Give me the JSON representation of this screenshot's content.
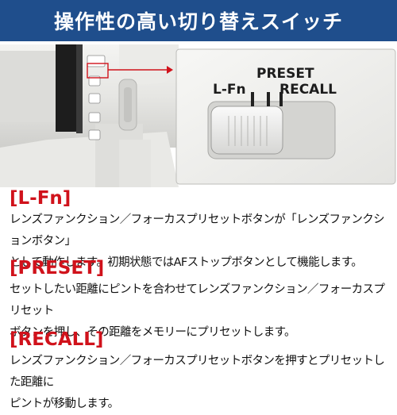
{
  "header": {
    "title": "操作性の高い切り替えスイッチ"
  },
  "photo": {
    "switch_labels": {
      "lfn": "L-Fn",
      "preset": "PRESET",
      "recall": "RECALL"
    }
  },
  "sections": [
    {
      "heading": "[L-Fn]",
      "body": "レンズファンクション／フォーカスプリセットボタンが「レンズファンクションボタン」\nとして動作します。初期状態ではAFストップボタンとして機能します。"
    },
    {
      "heading": "[PRESET]",
      "body": "セットしたい距離にピントを合わせてレンズファンクション／フォーカスプリセット\nボタンを押し、その距離をメモリーにプリセットします。"
    },
    {
      "heading": "[RECALL]",
      "body": "レンズファンクション／フォーカスプリセットボタンを押すとプリセットした距離に\nピントが移動します。"
    }
  ],
  "colors": {
    "banner": "#1f4e8c",
    "heading": "#d0121b",
    "callout": "#d0121b"
  }
}
